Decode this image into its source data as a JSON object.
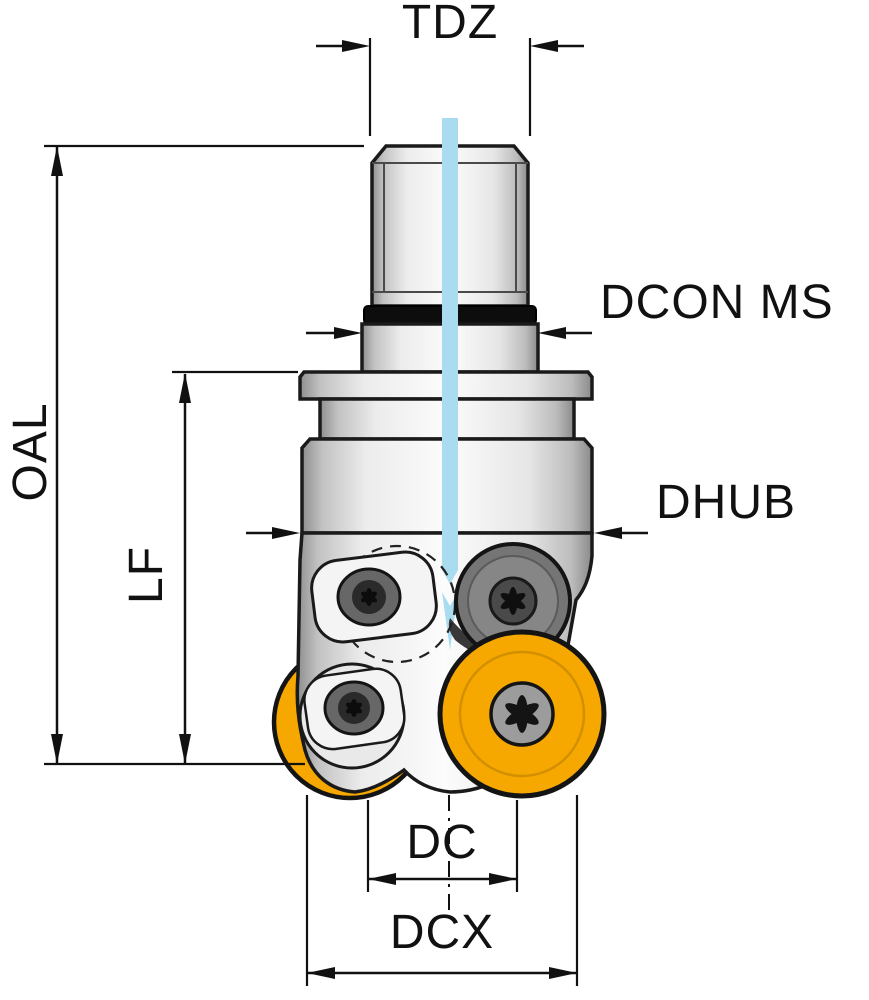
{
  "diagram": {
    "labels": {
      "tdz": "TDZ",
      "dcon": "DCON MS",
      "oal": "OAL",
      "lf": "LF",
      "dhub": "DHUB",
      "dc": "DC",
      "dcx": "DCX"
    },
    "colors": {
      "outline": "#1a1a1a",
      "dimension": "#111111",
      "coolant_blue": "#aadcf0",
      "insert_yellow": "#f6a800",
      "insert_gray": "#757575",
      "ring_black": "#0d0d0d"
    }
  }
}
